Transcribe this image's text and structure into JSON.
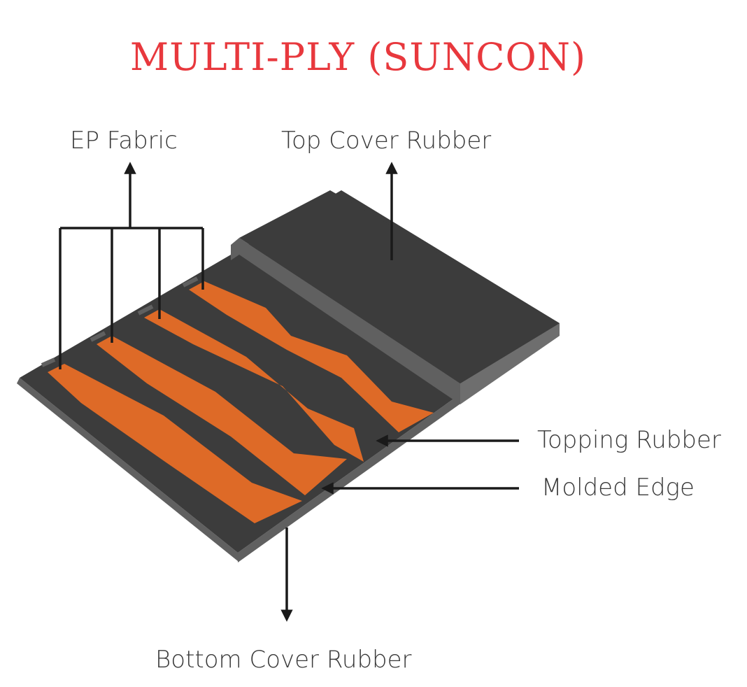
{
  "title": "MULTI-PLY (SUNCON)",
  "labels": {
    "ep_fabric": "EP Fabric",
    "top_cover_rubber": "Top Cover Rubber",
    "topping_rubber": "Topping Rubber",
    "molded_edge": "Molded Edge",
    "bottom_cover_rubber": "Bottom Cover Rubber"
  },
  "colors": {
    "title": "#e8383d",
    "label_text": "#3a3a3a",
    "rubber_top": "#3c3c3c",
    "rubber_side": "#606060",
    "rubber_front": "#6e6e6e",
    "fabric": "#de6a27",
    "leader_line": "#1a1a1a"
  }
}
